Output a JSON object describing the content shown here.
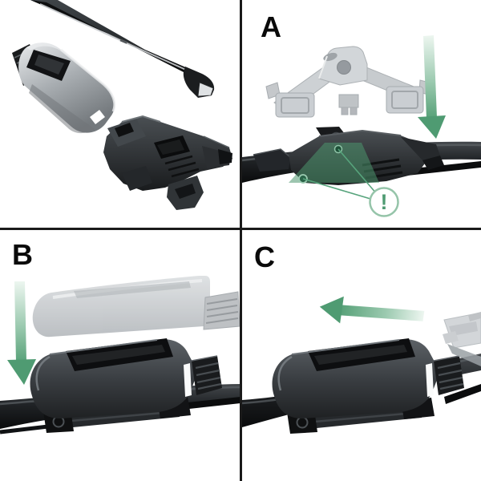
{
  "diagram": {
    "title_visible": false,
    "panels": {
      "parts": {
        "items": [
          "wiper-arm",
          "end-cap-cover",
          "adapter-clip"
        ]
      },
      "a": {
        "label": "A",
        "arrow": "down-arrow-icon",
        "warning_symbol": "!"
      },
      "b": {
        "label": "B",
        "arrow": "down-arrow-icon"
      },
      "c": {
        "label": "C",
        "arrow": "left-arrow-icon"
      }
    },
    "colors": {
      "background": "#ffffff",
      "divider": "#1a1a1a",
      "label_text": "#0a0a0a",
      "accent_green": "#55a178",
      "accent_green_dark": "#4f9b72",
      "accent_green_light": "#eaf5ee",
      "highlight_overlay": "rgba(76,150,110,0.55)",
      "warning_ring": "#95c4a9",
      "part_dark": "#1b1d1f",
      "part_silver": "#c9cdd0"
    }
  }
}
